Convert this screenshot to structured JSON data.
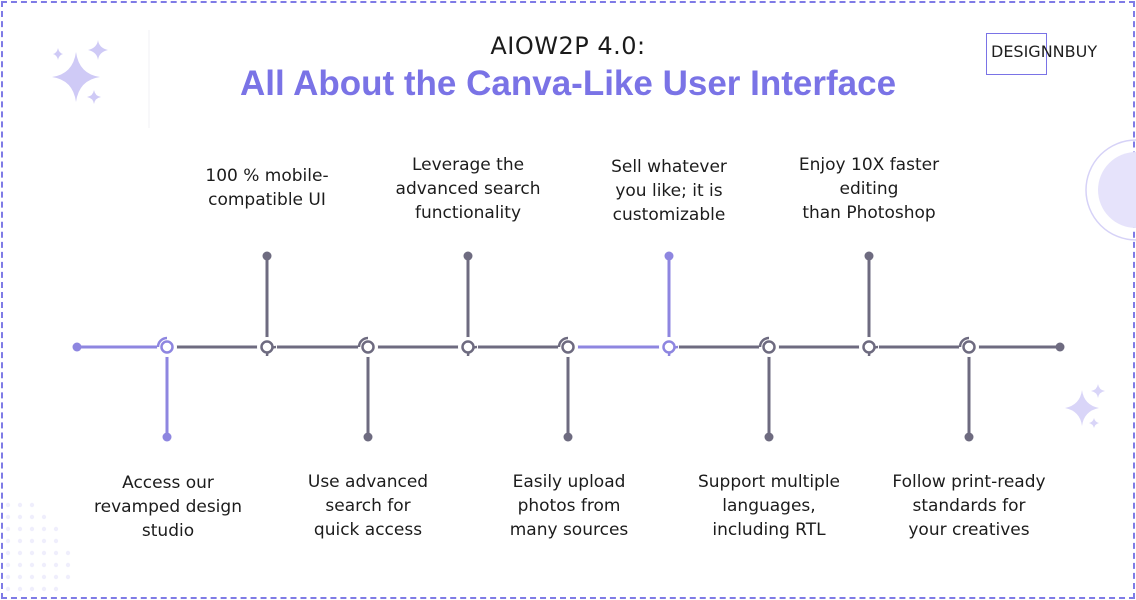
{
  "header": {
    "subtitle": "AIOW2P 4.0:",
    "title": "All About the Canva-Like User Interface"
  },
  "brand": {
    "name": "DESIGNNBUY"
  },
  "timeline": {
    "top_items": [
      {
        "text": "100 % mobile-\ncompatible UI"
      },
      {
        "text": "Leverage the\nadvanced search\nfunctionality"
      },
      {
        "text": "Sell whatever\nyou like; it is\ncustomizable"
      },
      {
        "text": "Enjoy 10X faster\nediting\nthan Photoshop"
      }
    ],
    "bottom_items": [
      {
        "text": "Access our\nrevamped design\nstudio"
      },
      {
        "text": "Use advanced\nsearch for\nquick access"
      },
      {
        "text": "Easily upload\nphotos from\nmany sources"
      },
      {
        "text": "Support multiple\nlanguages,\nincluding RTL"
      },
      {
        "text": "Follow print-ready\nstandards for\nyour creatives"
      }
    ]
  },
  "colors": {
    "accent": "#7a73e6",
    "line_gray": "#6e6b80",
    "line_purple": "#8e86e0",
    "title_purple": "#7a73e6"
  }
}
